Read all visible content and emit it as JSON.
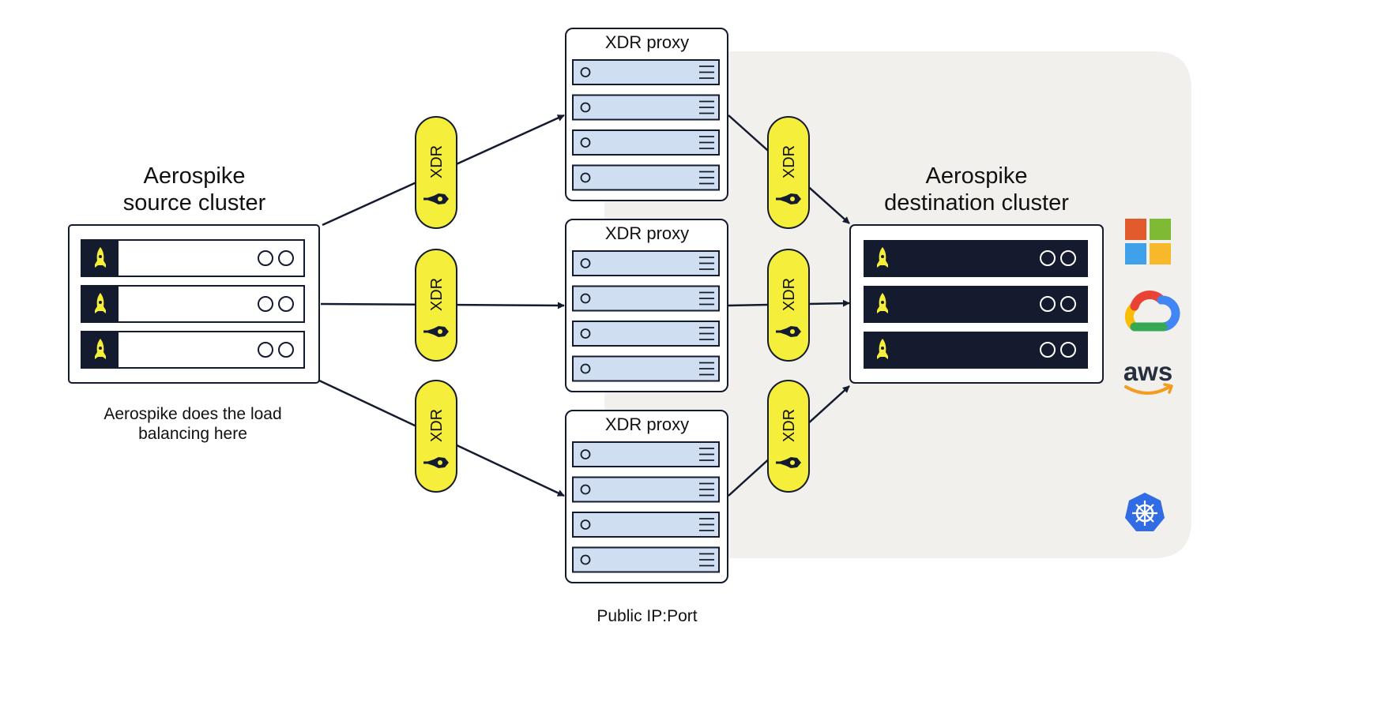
{
  "source_cluster": {
    "title_line1": "Aerospike",
    "title_line2": "source cluster",
    "note_line1": "Aerospike does the load",
    "note_line2": "balancing here",
    "node_count": 3
  },
  "destination_cluster": {
    "title_line1": "Aerospike",
    "title_line2": "destination cluster",
    "node_count": 3
  },
  "proxies": [
    {
      "label": "XDR proxy",
      "server_count": 4
    },
    {
      "label": "XDR proxy",
      "server_count": 4
    },
    {
      "label": "XDR proxy",
      "server_count": 4
    }
  ],
  "xdr_label": "XDR",
  "footer": "Public IP:Port",
  "providers": {
    "aws_label": "aws",
    "icons": [
      "microsoft-azure-icon",
      "google-cloud-icon",
      "aws-icon",
      "kubernetes-icon"
    ]
  },
  "colors": {
    "xdr_pill": "#f5ef3c",
    "node_dark": "#151b2e",
    "proxy_server": "#cfdff1",
    "cloud_region": "#f1f0ed",
    "line": "#151b2e"
  }
}
